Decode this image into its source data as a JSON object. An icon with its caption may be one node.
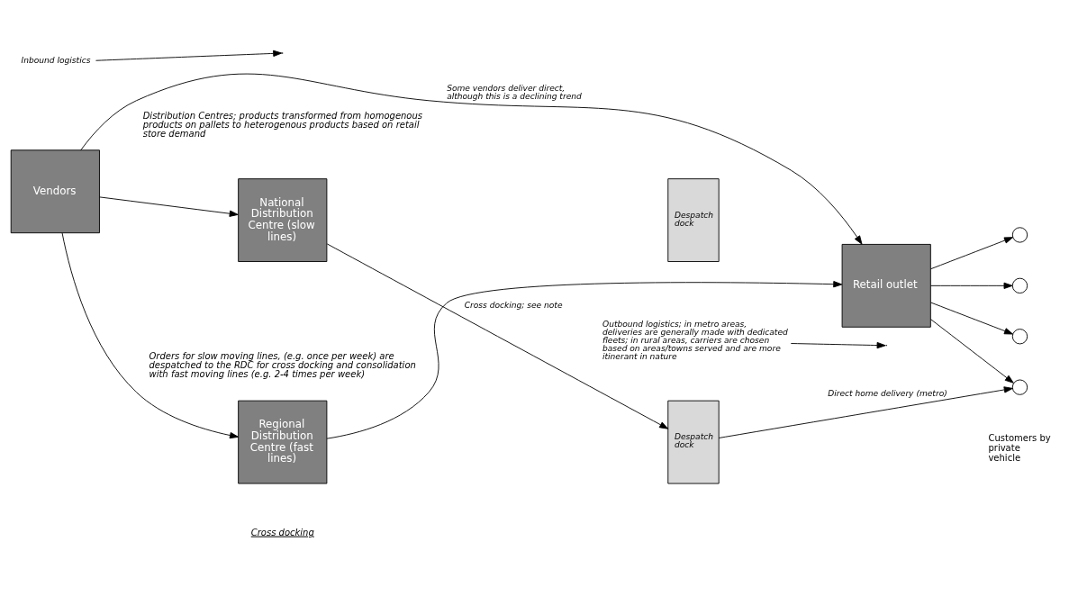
{
  "diagram": {
    "nodes": [
      {
        "text": [
          "Vendors"
        ]
      },
      {
        "text": [
          "National Distribution Centre (slow lines)"
        ]
      },
      {
        "text": [
          "Despatch dock"
        ]
      },
      {
        "text": [
          "Regional Distribution Centre (fast lines)"
        ]
      },
      {
        "text": [
          "Despatch dock"
        ]
      },
      {
        "text": [
          "Retail outlet"
        ]
      },
      {
        "text": [],
        "shape": "circle"
      },
      {
        "text": [],
        "shape": "circle"
      },
      {
        "text": [],
        "shape": "circle"
      },
      {
        "text": [],
        "shape": "circle"
      },
      {
        "text": [
          "Inbound logistics"
        ]
      },
      {
        "text": [
          "Outbound logistics; in metro areas, deliveries are generally made with dedicated fleets; in rural areas, carriers are chosen based on areas/towns served and are more itinerant in nature"
        ]
      }
    ],
    "edges": [
      {
        "from": 0,
        "to": 1,
        "arrow": "to"
      },
      {
        "from": 0,
        "to": 3,
        "arrow": "to"
      },
      {
        "from": 1,
        "to": 4,
        "arrow": "to",
        "label": "Cross docking; see note"
      },
      {
        "from": 3,
        "to": 5,
        "arrow": "to"
      },
      {
        "from": 0,
        "to": 5,
        "arrow": "to",
        "label": "Some vendors deliver direct, although this is a declining trend"
      },
      {
        "from": 4,
        "to": 9,
        "arrow": "to",
        "label": "Direct home delivery (metro)"
      },
      {
        "from": 5,
        "to": 6,
        "arrow": "to"
      },
      {
        "from": 5,
        "to": 7,
        "arrow": "to"
      },
      {
        "from": 5,
        "to": 8,
        "arrow": "to"
      },
      {
        "from": 5,
        "to": 9,
        "arrow": "to"
      },
      {
        "from": 10,
        "to": null,
        "arrow": "to"
      },
      {
        "from": 11,
        "to": null,
        "arrow": "to"
      }
    ],
    "labels": [
      "Distribution Centres; products transformed from homogenous products on pallets to heterogenous products based on retail store demand",
      "Customers by private vehicle",
      "Cross docking",
      "Orders for slow moving lines, (e.g. once per week) are despatched to the RDC for cross docking and consolidation with fast moving lines (e.g. 2-4 times per week)"
    ]
  }
}
